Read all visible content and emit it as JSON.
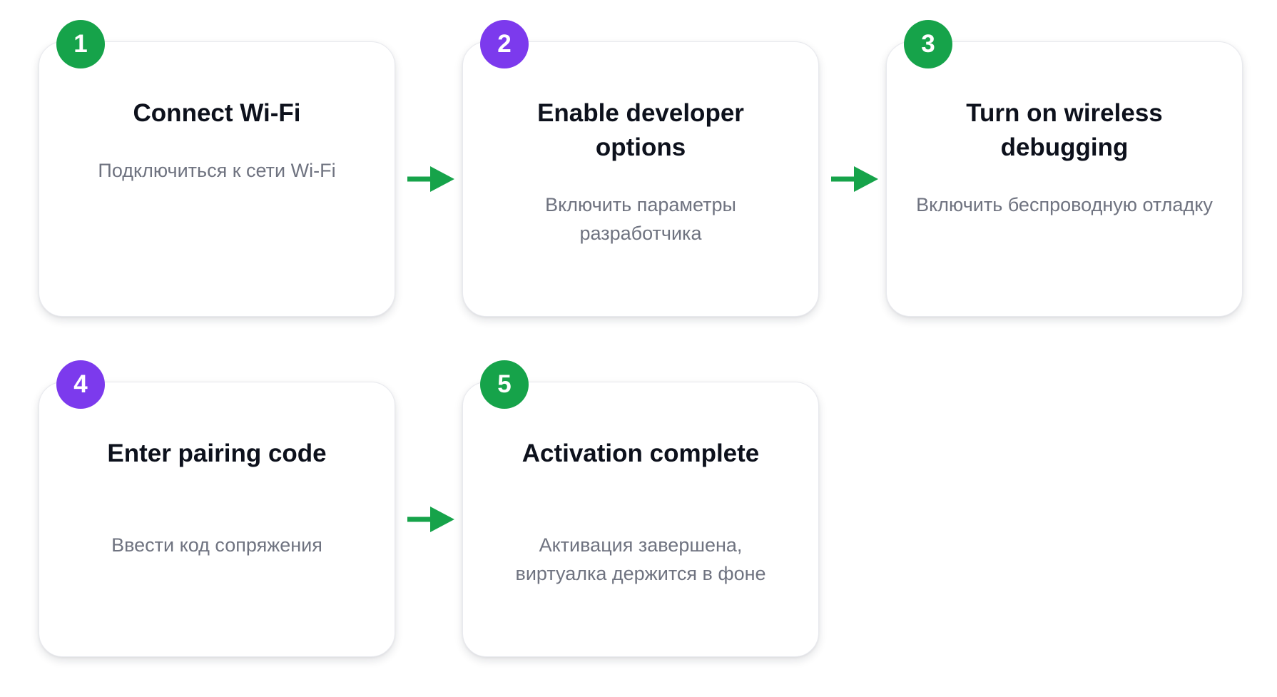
{
  "colors": {
    "green": "#16a34a",
    "purple": "#7c3aed",
    "arrow": "#16a34a"
  },
  "steps": [
    {
      "number": "1",
      "badge_color": "green",
      "title": "Connect Wi-Fi",
      "description": "Подключиться к сети Wi-Fi"
    },
    {
      "number": "2",
      "badge_color": "purple",
      "title": "Enable developer options",
      "description": "Включить параметры разработчика"
    },
    {
      "number": "3",
      "badge_color": "green",
      "title": "Turn on wireless debugging",
      "description": "Включить беспроводную отладку"
    },
    {
      "number": "4",
      "badge_color": "purple",
      "title": "Enter pairing code",
      "description": "Ввести код сопряжения"
    },
    {
      "number": "5",
      "badge_color": "green",
      "title": "Activation complete",
      "description": "Активация завершена, виртуалка держится в фоне"
    }
  ]
}
